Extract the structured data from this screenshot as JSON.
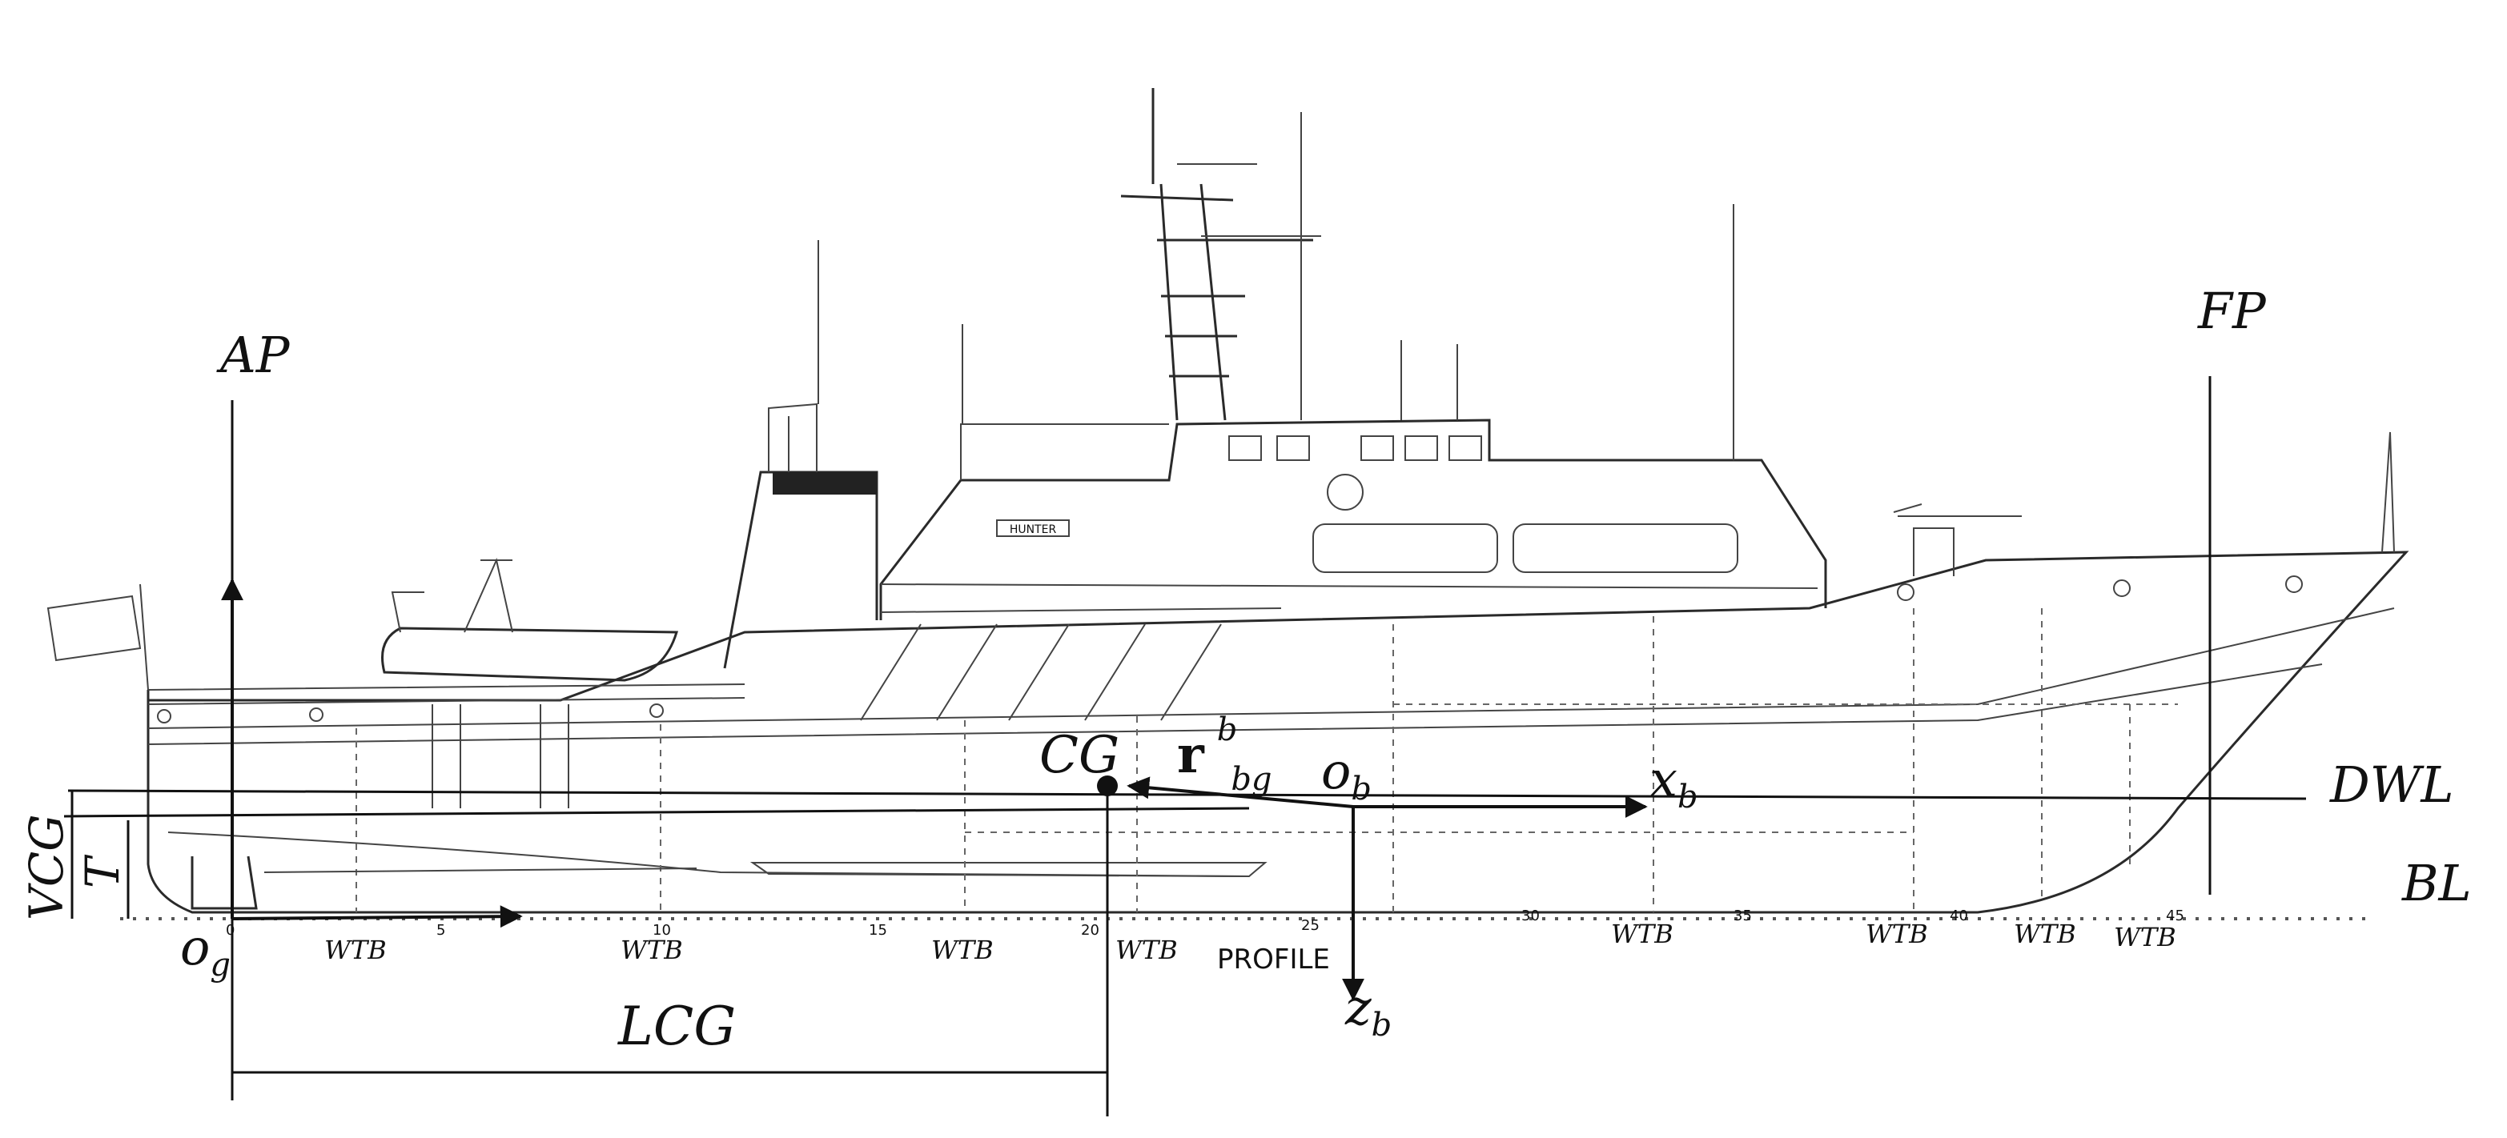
{
  "labels": {
    "ap": "AP",
    "fp": "FP",
    "cg": "CG",
    "r_bold": "r",
    "r_sup": "b",
    "r_sub": "bg",
    "o_b": "o",
    "o_b_sub": "b",
    "x_b": "x",
    "x_b_sub": "b",
    "z_b": "z",
    "z_b_sub": "b",
    "o_g": "o",
    "o_g_sub": "g",
    "dwl": "DWL",
    "bl": "BL",
    "vcg": "VCG",
    "t": "T",
    "lcg": "LCG",
    "profile": "PROFILE",
    "hunter": "HUNTER"
  },
  "wtb_labels": [
    "WTB",
    "WTB",
    "WTB",
    "WTB",
    "WTB",
    "WTB",
    "WTB",
    "WTB"
  ],
  "frame_numbers": [
    "0",
    "5",
    "10",
    "15",
    "20",
    "25",
    "30",
    "35",
    "40",
    "45"
  ],
  "colors": {
    "line": "#111111",
    "drawing": "#2a2a2a",
    "background": "#ffffff"
  }
}
